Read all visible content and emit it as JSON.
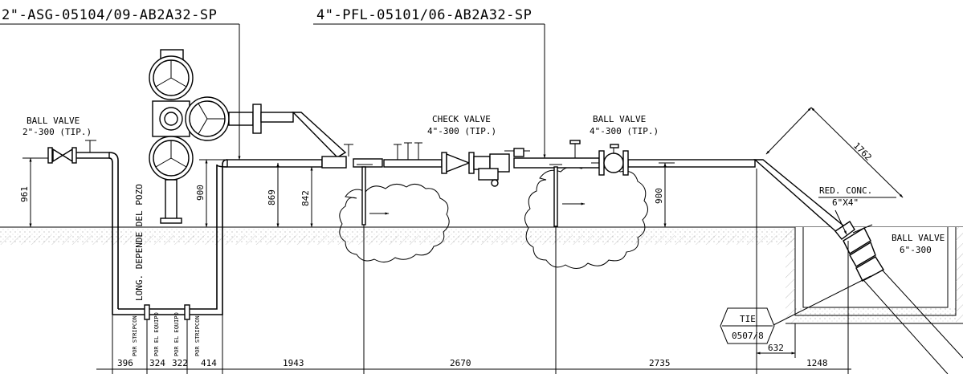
{
  "lines": {
    "line1": "2\"-ASG-05104/09-AB2A32-SP",
    "line2": "4\"-PFL-05101/06-AB2A32-SP"
  },
  "labels": {
    "ball_valve_left_1": "BALL VALVE",
    "ball_valve_left_2": "2\"-300 (TIP.)",
    "check_valve_1": "CHECK VALVE",
    "check_valve_2": "4\"-300 (TIP.)",
    "ball_valve_mid_1": "BALL VALVE",
    "ball_valve_mid_2": "4\"-300 (TIP.)",
    "red_conc_1": "RED. CONC.",
    "red_conc_2": "6\"X4\"",
    "ball_valve_right_1": "BALL VALVE",
    "ball_valve_right_2": "6\"-300",
    "long_depende": "LONG. DEPENDE DEL POZO",
    "tie_1": "TIE",
    "tie_2": "0507/8",
    "por_stripcon": "POR STRIPCON",
    "por_el_equipo": "POR EL EQUIPO"
  },
  "dimensions": {
    "d961": "961",
    "d900a": "900",
    "d869": "869",
    "d842": "842",
    "d900b": "900",
    "d1762": "1762",
    "d632": "632",
    "d1248": "1248"
  },
  "bottom_dims": [
    "396",
    "324",
    "322",
    "414",
    "1943",
    "2670",
    "2735"
  ]
}
